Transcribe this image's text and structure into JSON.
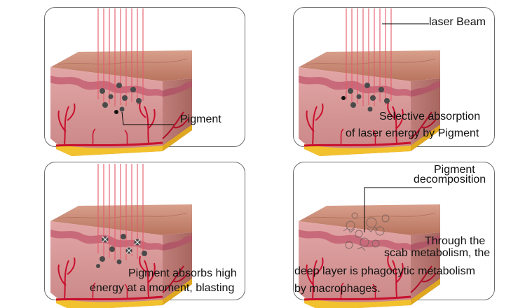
{
  "panels": [
    {
      "label": "Pigment"
    },
    {
      "label": "laser Beam",
      "caption_lines": [
        "Selective absorption",
        "of laser energy by Pigment"
      ]
    },
    {
      "caption_lines": [
        "Pigment absorbs high",
        "energy at a moment, blasting"
      ]
    },
    {
      "label_lines": [
        "Pigment",
        "decomposition"
      ],
      "caption_lines": [
        "Through the",
        "scab metabolism, the",
        "deep layer is phagocytic metabolism",
        "by  macrophages."
      ]
    }
  ],
  "colors": {
    "laser": "#e35a6a",
    "skin_top": "#c98a78",
    "skin_dermis": "#d99a98",
    "vessel": "#c8102e",
    "fat": "#f2c12e",
    "pigment": "#4a4a4a"
  }
}
